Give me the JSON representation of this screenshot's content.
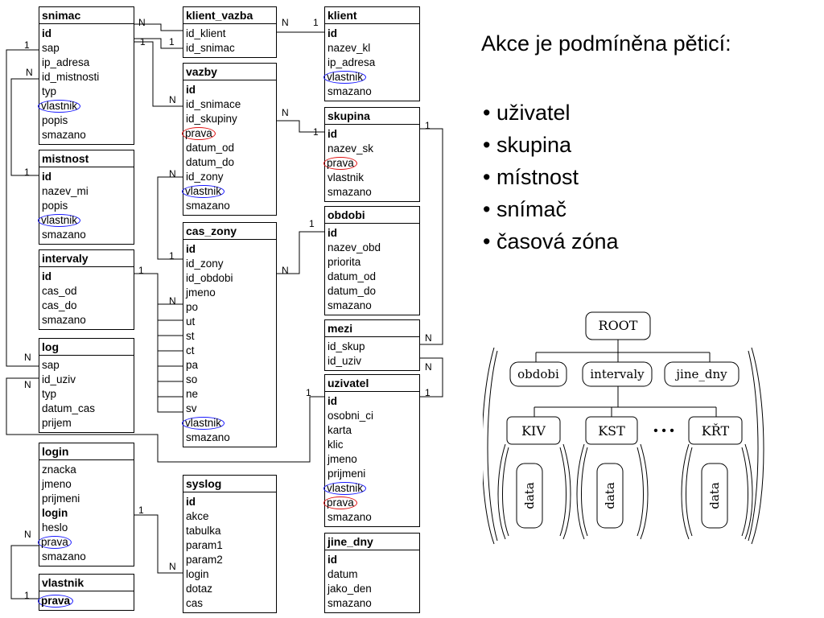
{
  "tables": [
    {
      "id": "snimac",
      "title": "snimac",
      "fields": [
        {
          "n": "id",
          "b": true
        },
        {
          "n": "sap"
        },
        {
          "n": "ip_adresa"
        },
        {
          "n": "id_mistnosti"
        },
        {
          "n": "typ"
        },
        {
          "n": "vlastnik",
          "o": "blue"
        },
        {
          "n": "popis"
        },
        {
          "n": "smazano"
        }
      ]
    },
    {
      "id": "mistnost",
      "title": "mistnost",
      "fields": [
        {
          "n": "id",
          "b": true
        },
        {
          "n": "nazev_mi"
        },
        {
          "n": "popis"
        },
        {
          "n": "vlastnik",
          "o": "blue"
        },
        {
          "n": "smazano"
        }
      ]
    },
    {
      "id": "intervaly",
      "title": "intervaly",
      "fields": [
        {
          "n": "id",
          "b": true
        },
        {
          "n": "cas_od"
        },
        {
          "n": "cas_do"
        },
        {
          "n": "smazano"
        }
      ]
    },
    {
      "id": "log",
      "title": "log",
      "fields": [
        {
          "n": "sap"
        },
        {
          "n": "id_uziv"
        },
        {
          "n": "typ"
        },
        {
          "n": "datum_cas"
        },
        {
          "n": "prijem"
        }
      ]
    },
    {
      "id": "login",
      "title": "login",
      "fields": [
        {
          "n": "znacka"
        },
        {
          "n": "jmeno"
        },
        {
          "n": "prijmeni"
        },
        {
          "n": "login",
          "b": true
        },
        {
          "n": "heslo"
        },
        {
          "n": "prava",
          "o": "blue"
        },
        {
          "n": "smazano"
        }
      ]
    },
    {
      "id": "vlastnik",
      "title": "vlastnik",
      "fields": [
        {
          "n": "prava",
          "b": true,
          "o": "blue"
        }
      ]
    },
    {
      "id": "klient_vazba",
      "title": "klient_vazba",
      "fields": [
        {
          "n": "id_klient"
        },
        {
          "n": "id_snimac"
        }
      ]
    },
    {
      "id": "vazby",
      "title": "vazby",
      "fields": [
        {
          "n": "id",
          "b": true
        },
        {
          "n": "id_snimace"
        },
        {
          "n": "id_skupiny"
        },
        {
          "n": "prava",
          "o": "red"
        },
        {
          "n": "datum_od"
        },
        {
          "n": "datum_do"
        },
        {
          "n": "id_zony"
        },
        {
          "n": "vlastnik",
          "o": "blue"
        },
        {
          "n": "smazano"
        }
      ]
    },
    {
      "id": "cas_zony",
      "title": "cas_zony",
      "fields": [
        {
          "n": "id",
          "b": true
        },
        {
          "n": "id_zony"
        },
        {
          "n": "id_obdobi"
        },
        {
          "n": "jmeno"
        },
        {
          "n": "po"
        },
        {
          "n": "ut"
        },
        {
          "n": "st"
        },
        {
          "n": "ct"
        },
        {
          "n": "pa"
        },
        {
          "n": "so"
        },
        {
          "n": "ne"
        },
        {
          "n": "sv"
        },
        {
          "n": "vlastnik",
          "o": "blue"
        },
        {
          "n": "smazano"
        }
      ]
    },
    {
      "id": "syslog",
      "title": "syslog",
      "fields": [
        {
          "n": "id",
          "b": true
        },
        {
          "n": "akce"
        },
        {
          "n": "tabulka"
        },
        {
          "n": "param1"
        },
        {
          "n": "param2"
        },
        {
          "n": "login"
        },
        {
          "n": "dotaz"
        },
        {
          "n": "cas"
        }
      ]
    },
    {
      "id": "klient",
      "title": "klient",
      "fields": [
        {
          "n": "id",
          "b": true
        },
        {
          "n": "nazev_kl"
        },
        {
          "n": "ip_adresa"
        },
        {
          "n": "vlastnik",
          "o": "blue"
        },
        {
          "n": "smazano"
        }
      ]
    },
    {
      "id": "skupina",
      "title": "skupina",
      "fields": [
        {
          "n": "id",
          "b": true
        },
        {
          "n": "nazev_sk"
        },
        {
          "n": "prava",
          "o": "red"
        },
        {
          "n": "vlastnik"
        },
        {
          "n": "smazano"
        }
      ]
    },
    {
      "id": "obdobi",
      "title": "obdobi",
      "fields": [
        {
          "n": "id",
          "b": true
        },
        {
          "n": "nazev_obd"
        },
        {
          "n": "priorita"
        },
        {
          "n": "datum_od"
        },
        {
          "n": "datum_do"
        },
        {
          "n": "smazano"
        }
      ]
    },
    {
      "id": "mezi",
      "title": "mezi",
      "fields": [
        {
          "n": "id_skup"
        },
        {
          "n": "id_uziv"
        }
      ]
    },
    {
      "id": "uzivatel",
      "title": "uzivatel",
      "fields": [
        {
          "n": "id",
          "b": true
        },
        {
          "n": "osobni_ci"
        },
        {
          "n": "karta"
        },
        {
          "n": "klic"
        },
        {
          "n": "jmeno"
        },
        {
          "n": "prijmeni"
        },
        {
          "n": "vlastnik",
          "o": "blue"
        },
        {
          "n": "prava",
          "o": "red"
        },
        {
          "n": "smazano"
        }
      ]
    },
    {
      "id": "jine_dny",
      "title": "jine_dny",
      "fields": [
        {
          "n": "id",
          "b": true
        },
        {
          "n": "datum"
        },
        {
          "n": "jako_den"
        },
        {
          "n": "smazano"
        }
      ]
    }
  ],
  "cardinality": {
    "one": "1",
    "many": "N"
  },
  "side": {
    "title": "Akce je podmíněna pěticí:",
    "items": [
      "uživatel",
      "skupina",
      "místnost",
      "snímač",
      "časová zóna"
    ]
  },
  "tree": {
    "root": "ROOT",
    "level1": [
      "obdobi",
      "intervaly",
      "jine_dny"
    ],
    "level2": [
      "KIV",
      "KST",
      "KŘT"
    ],
    "ellipsis": "• • •",
    "leaf": "data"
  },
  "colors": {
    "blue": "#1a1aff",
    "red": "#e01010",
    "line": "#000000"
  }
}
